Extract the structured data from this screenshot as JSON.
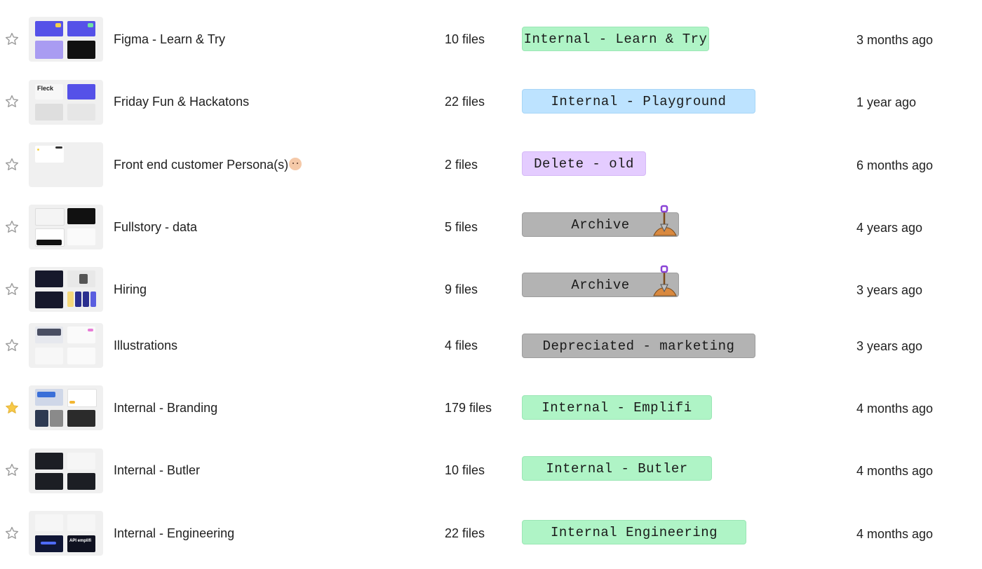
{
  "colors": {
    "tag_green": "#aff4c6",
    "tag_blue": "#bde3ff",
    "tag_purple": "#e4ccff",
    "tag_grey": "#b3b3b3",
    "star_empty": "#9a9a9a",
    "star_filled": "#f7c948"
  },
  "projects": [
    {
      "name": "Figma - Learn & Try",
      "files": "10 files",
      "tag": "Internal - Learn & Try",
      "tag_color": "green",
      "modified": "3 months ago",
      "starred": false,
      "thumbnail": "figma-learn-thumbnail"
    },
    {
      "name": "Friday Fun & Hackatons",
      "files": "22 files",
      "tag": "Internal - Playground",
      "tag_color": "blue",
      "modified": "1 year ago",
      "starred": false,
      "thumbnail": "fleck-thumbnail",
      "thumbnail_text": "Fleck"
    },
    {
      "name": "Front end customer Persona(s)",
      "name_emoji": "baby-face-icon",
      "files": "2 files",
      "tag": "Delete - old",
      "tag_color": "purple",
      "modified": "6 months ago",
      "starred": false,
      "thumbnail": "persona-thumbnail"
    },
    {
      "name": "Fullstory - data",
      "files": "5 files",
      "tag": "Archive",
      "tag_color": "grey",
      "tag_icon": "shovel-icon",
      "modified": "4 years ago",
      "starred": false,
      "thumbnail": "fullstory-thumbnail"
    },
    {
      "name": "Hiring",
      "files": "9 files",
      "tag": "Archive",
      "tag_color": "grey",
      "tag_icon": "shovel-icon",
      "modified": "3 years ago",
      "starred": false,
      "thumbnail": "hiring-thumbnail"
    },
    {
      "name": "Illustrations",
      "files": "4 files",
      "tag": "Depreciated - marketing",
      "tag_color": "grey",
      "modified": "3 years ago",
      "starred": false,
      "thumbnail": "illustrations-thumbnail"
    },
    {
      "name": "Internal - Branding",
      "files": "179 files",
      "tag": "Internal - Emplifi",
      "tag_color": "green",
      "modified": "4 months ago",
      "starred": true,
      "thumbnail": "branding-thumbnail"
    },
    {
      "name": "Internal - Butler",
      "files": "10 files",
      "tag": "Internal - Butler",
      "tag_color": "green",
      "modified": "4 months ago",
      "starred": false,
      "thumbnail": "butler-thumbnail"
    },
    {
      "name": "Internal - Engineering",
      "files": "22 files",
      "tag": "Internal Engineering",
      "tag_color": "green",
      "modified": "4 months ago",
      "starred": false,
      "thumbnail": "engineering-thumbnail",
      "thumbnail_text": "API emplifi"
    }
  ]
}
